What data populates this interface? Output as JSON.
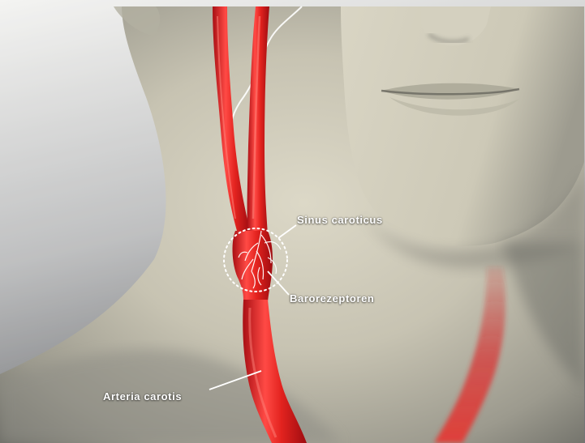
{
  "illustration": {
    "subject": "neck-anatomy-carotid-artery",
    "colors": {
      "background_light": "#e6e6e4",
      "background_dark": "#5e6064",
      "skin": "#cbc7b6",
      "skin_shadow": "#8a8a80",
      "artery": "#d8191f",
      "artery_highlight": "#ff5550",
      "nerve": "#ffffff",
      "label_text": "#ffffff"
    }
  },
  "labels": {
    "sinus": "Sinus caroticus",
    "baroreceptors": "Barorezeptoren",
    "artery": "Arteria carotis"
  }
}
